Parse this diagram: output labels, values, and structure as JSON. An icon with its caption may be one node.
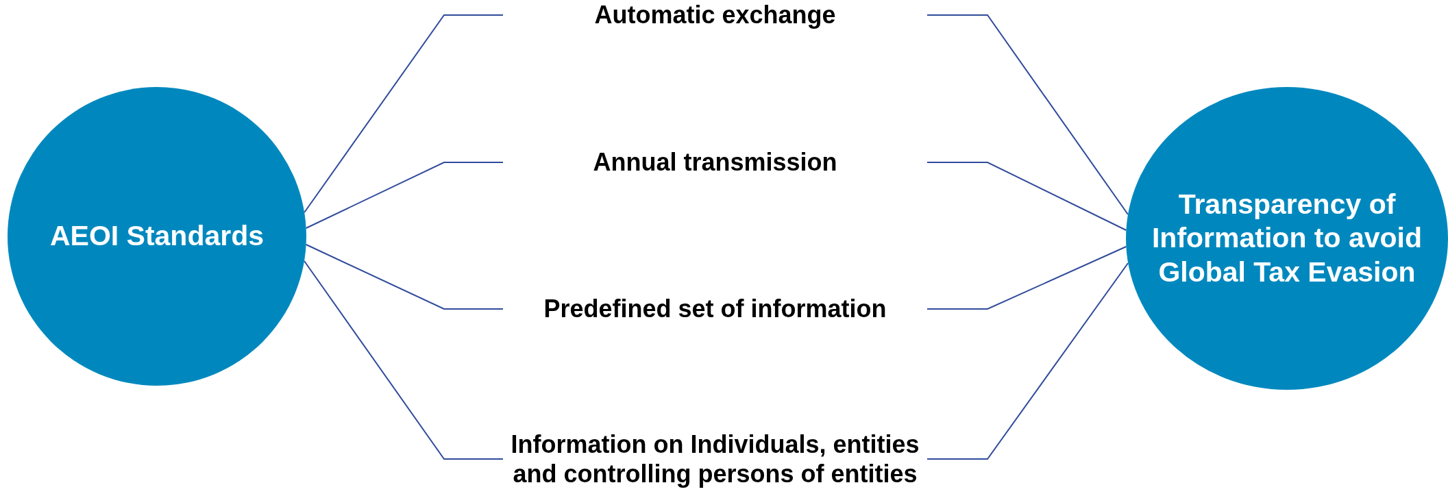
{
  "diagram": {
    "nodes": [
      {
        "text": [
          "AEOI Standards"
        ]
      },
      {
        "text": [
          "Automatic exchange"
        ]
      },
      {
        "text": [
          "Annual transmission"
        ]
      },
      {
        "text": [
          "Predefined set of information"
        ]
      },
      {
        "text": [
          "Information on Individuals, entities and controlling persons of entities"
        ]
      },
      {
        "text": [
          "Transparency of Information to avoid Global Tax Evasion"
        ]
      }
    ],
    "edges": [
      {
        "from": 0,
        "to": 1,
        "arrow": "none"
      },
      {
        "from": 0,
        "to": 2,
        "arrow": "none"
      },
      {
        "from": 0,
        "to": 3,
        "arrow": "none"
      },
      {
        "from": 0,
        "to": 4,
        "arrow": "none"
      },
      {
        "from": 1,
        "to": 5,
        "arrow": "none"
      },
      {
        "from": 2,
        "to": 5,
        "arrow": "none"
      },
      {
        "from": 3,
        "to": 5,
        "arrow": "none"
      },
      {
        "from": 4,
        "to": 5,
        "arrow": "none"
      }
    ]
  }
}
